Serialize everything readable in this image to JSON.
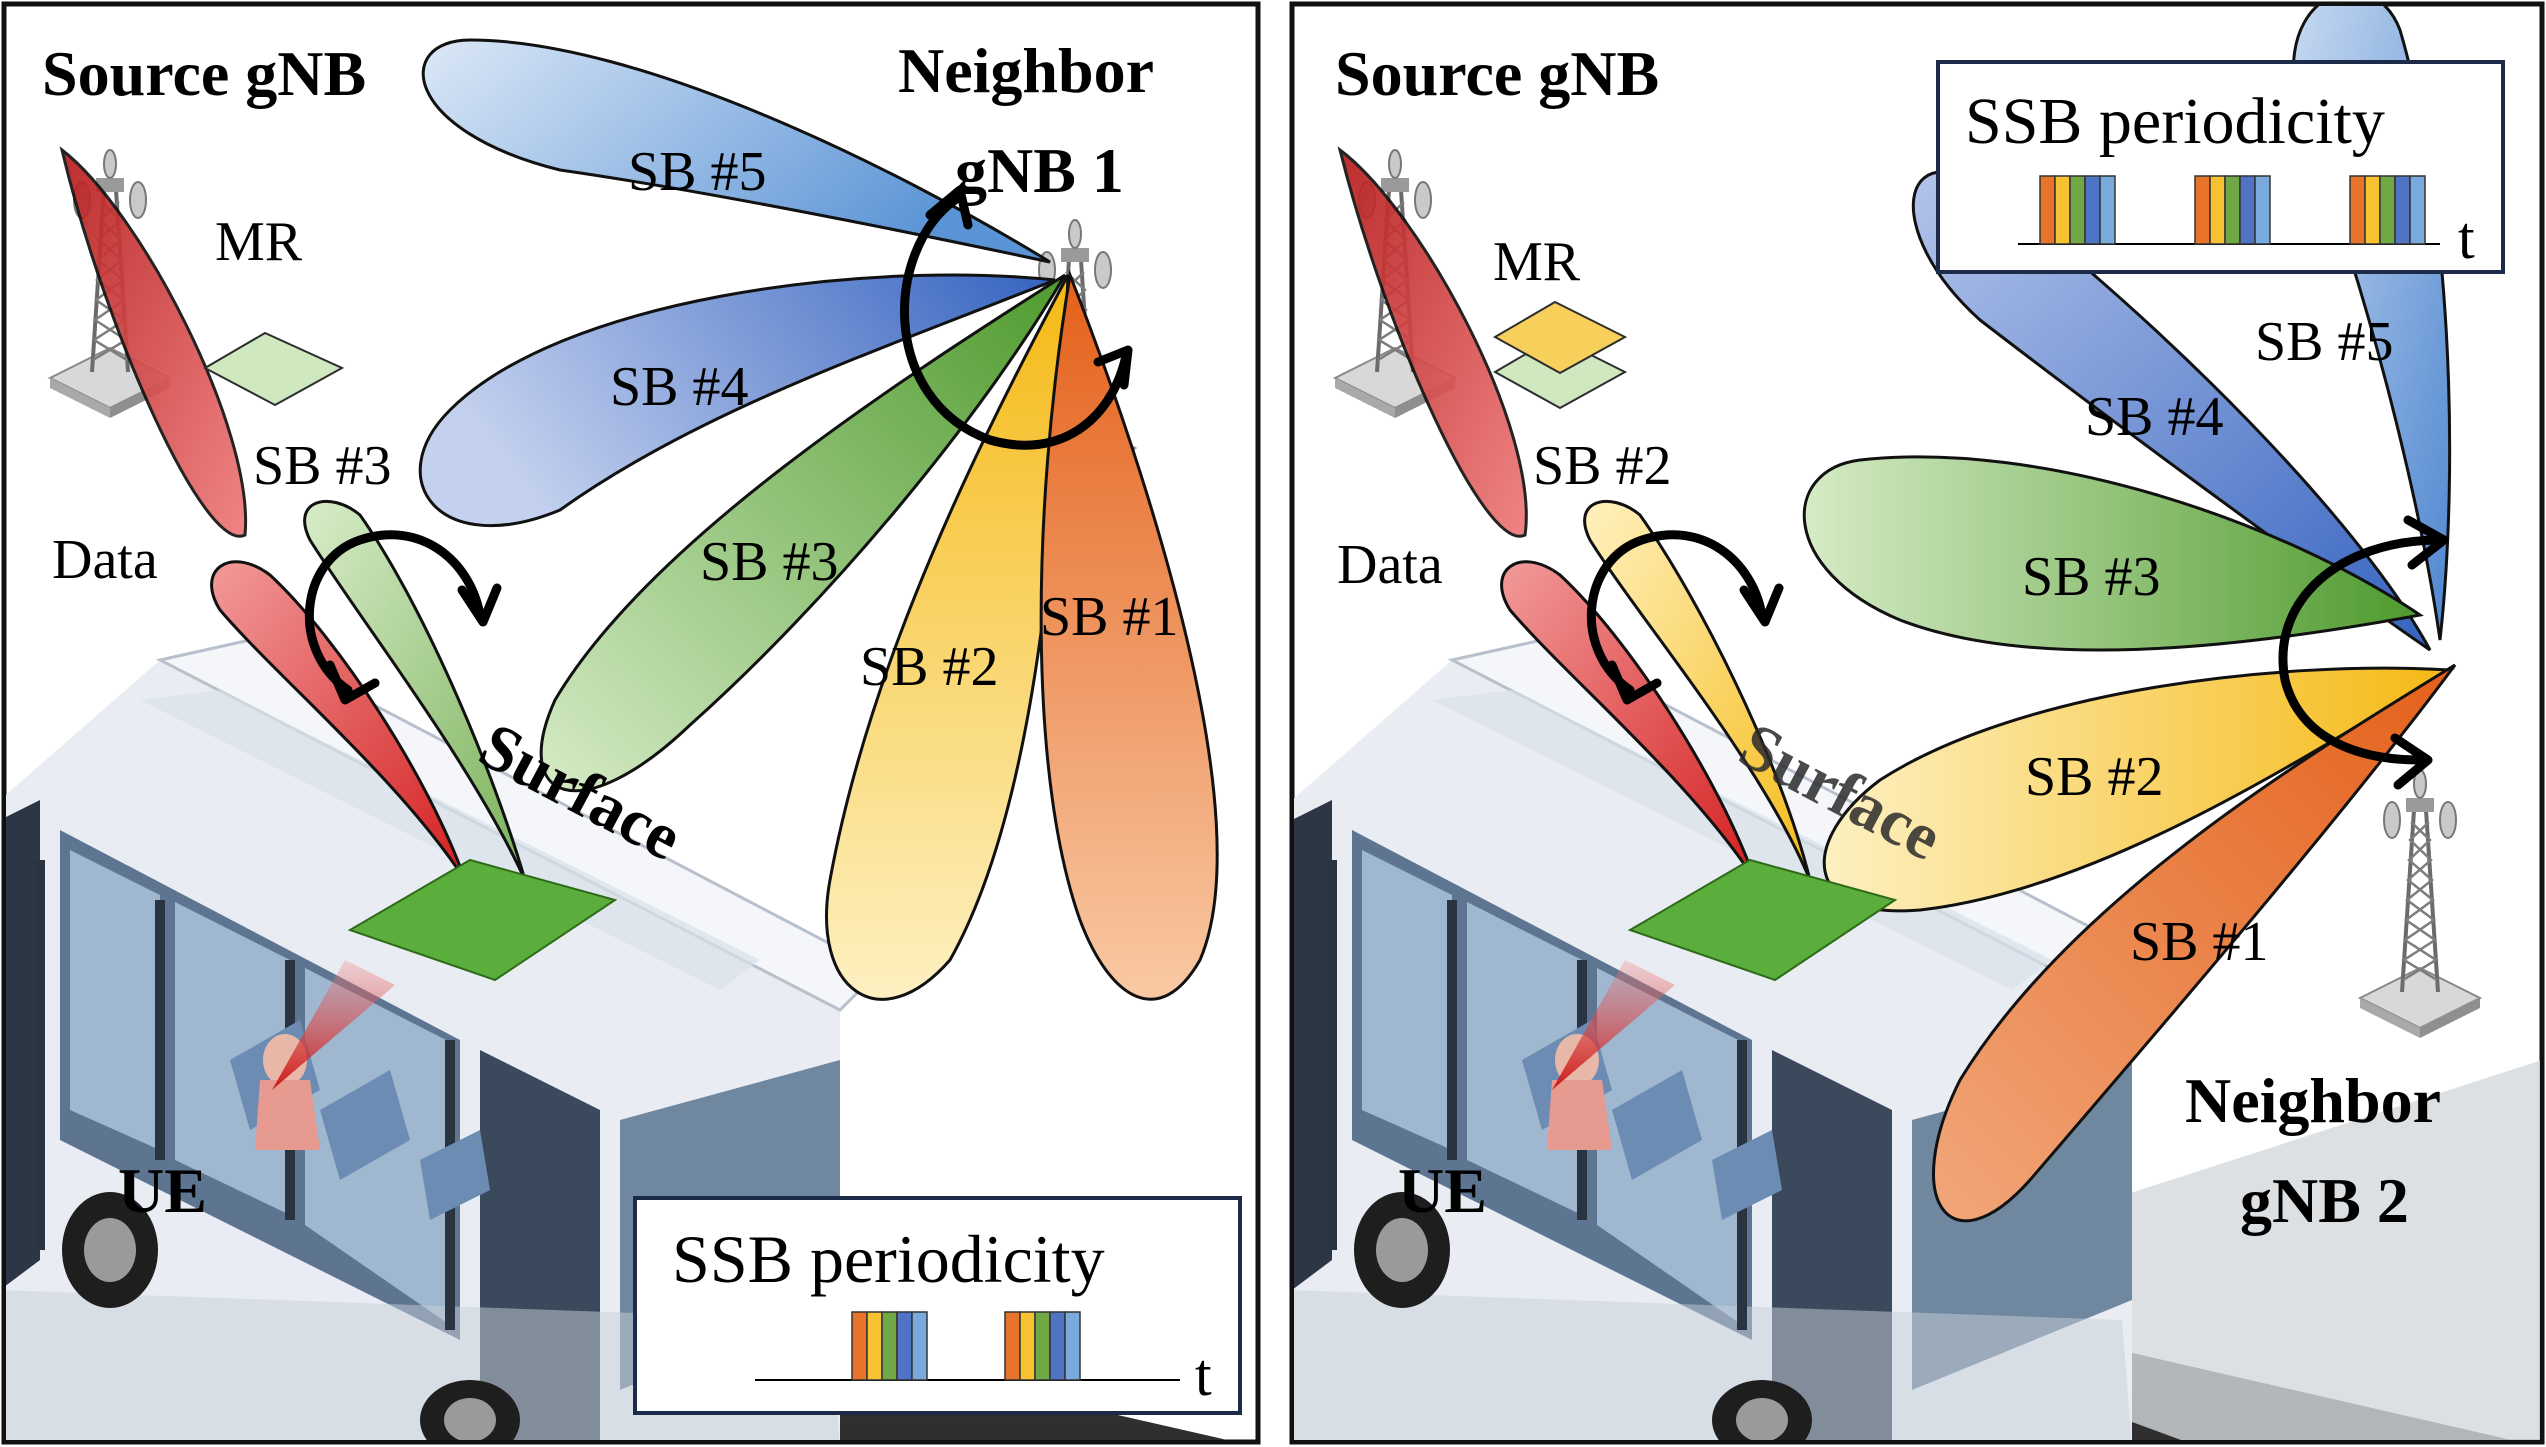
{
  "panels": [
    {
      "source_label": "Source gNB",
      "neighbor_label_line1": "Neighbor",
      "neighbor_label_line2": "gNB 1",
      "mr_label": "MR",
      "data_label": "Data",
      "surface_label": "Surface",
      "ue_label": "UE",
      "surface_beam_label": "SB #3",
      "ssb_legend_title": "SSB periodicity",
      "ssb_time_label": "t",
      "beams": [
        "SB #5",
        "SB #4",
        "SB #3",
        "SB #2",
        "SB #1"
      ]
    },
    {
      "source_label": "Source gNB",
      "neighbor_label_line1": "Neighbor",
      "neighbor_label_line2": "gNB 2",
      "mr_label": "MR",
      "data_label": "Data",
      "surface_label": "Surface",
      "ue_label": "UE",
      "surface_beam_label": "SB #2",
      "ssb_legend_title": "SSB periodicity",
      "ssb_time_label": "t",
      "beams": [
        "SB #5",
        "SB #4",
        "SB #3",
        "SB #2",
        "SB #1"
      ]
    }
  ],
  "colors": {
    "sb1": "#e8732a",
    "sb2": "#f6c232",
    "sb3": "#6fa845",
    "sb4": "#4f74c4",
    "sb5": "#7aa9dc",
    "data_beam": "#d92525",
    "surface": "#5cae3c",
    "mr_green": "#cfe8bf",
    "mr_yellow": "#f6d05a"
  }
}
